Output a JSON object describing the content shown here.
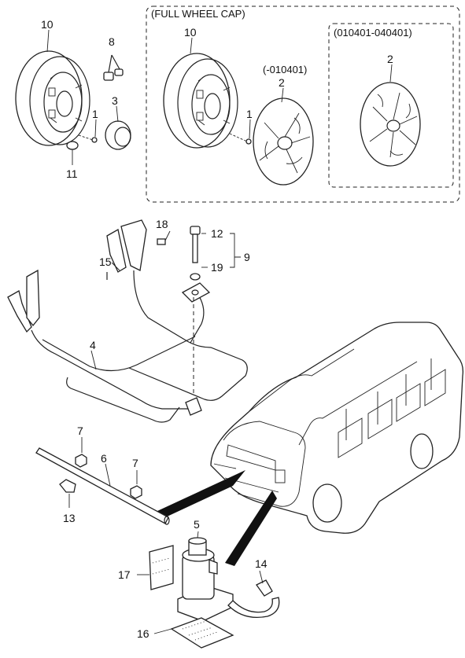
{
  "headers": {
    "full_wheel_cap": "(FULL WHEEL CAP)",
    "range_010401_040401": "(010401-040401)",
    "range_to_010401": "(-010401)"
  },
  "callouts": {
    "wheel_left": "10",
    "bolt_pair": "8",
    "hub_cap": "3",
    "nut_left": "1",
    "valve": "11",
    "wheel_mid": "10",
    "nut_mid": "1",
    "cap_early": "2",
    "cap_late": "2",
    "bolt_18": "18",
    "bolt_12": "12",
    "group_9": "9",
    "washer_19": "19",
    "pin_15": "15",
    "carrier_4": "4",
    "clip_7a": "7",
    "bar_6": "6",
    "clip_7b": "7",
    "clip_13": "13",
    "jack_5": "5",
    "strap_14": "14",
    "pad_17": "17",
    "mat_16": "16"
  }
}
